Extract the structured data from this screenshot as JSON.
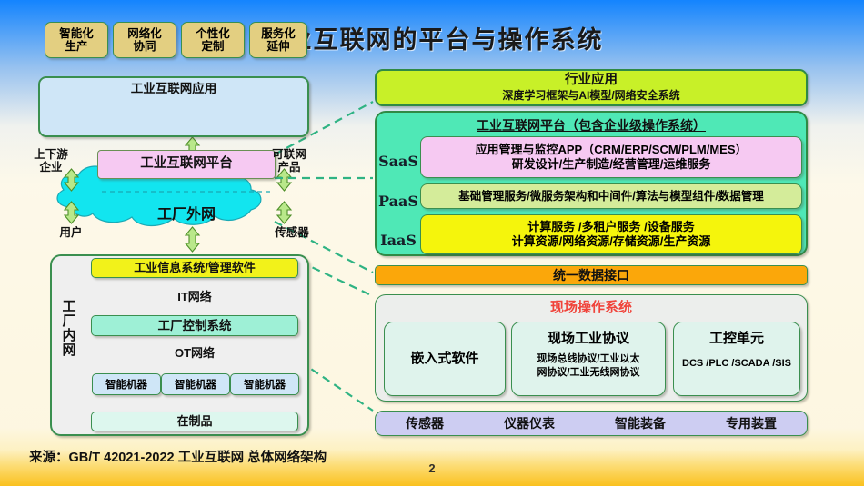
{
  "slide": {
    "title": "工业互联网的平台与操作系统",
    "page_number": "2",
    "source": "来源：GB/T 42021-2022 工业互联网  总体网络架构"
  },
  "left": {
    "application_panel": {
      "title": "工业互联网应用",
      "cells": [
        "智能化\n生产",
        "网络化\n协同",
        "个性化\n定制",
        "服务化\n延伸"
      ],
      "cells_flat": [
        {
          "l1": "智能化",
          "l2": "生产"
        },
        {
          "l1": "网络化",
          "l2": "协同"
        },
        {
          "l1": "个性化",
          "l2": "定制"
        },
        {
          "l1": "服务化",
          "l2": "延伸"
        }
      ]
    },
    "platform_label": "工业互联网平台",
    "external_network_label": "工厂外网",
    "side_labels": {
      "upstream": {
        "l1": "上下游",
        "l2": "企业"
      },
      "users": "用户",
      "connected_products": {
        "l1": "可联网",
        "l2": "产品"
      },
      "sensors": "传感器"
    },
    "inner_panel": {
      "label": "工厂内网",
      "info_system": "工业信息系统/管理软件",
      "it_network": "IT网络",
      "control_system": "工厂控制系统",
      "ot_network": "OT网络",
      "machines": [
        "智能机器",
        "智能机器",
        "智能机器"
      ],
      "wip": "在制品"
    }
  },
  "right": {
    "industry_app": {
      "title": "行业应用",
      "subtitle": "深度学习框架与AI模型/网络安全系统"
    },
    "platform": {
      "title": "工业互联网平台（包含企业级操作系统）",
      "tiers": [
        {
          "name": "SaaS",
          "lines": [
            "应用管理与监控APP（CRM/ERP/SCM/PLM/MES）",
            "研发设计/生产制造/经营管理/运维服务"
          ],
          "color": "#f6c9f2"
        },
        {
          "name": "PaaS",
          "lines": [
            "基础管理服务/微服务架构和中间件/算法与模型组件/数据管理"
          ],
          "color": "#d4ec9a"
        },
        {
          "name": "IaaS",
          "lines": [
            "计算服务 /多租户服务 /设备服务",
            "计算资源/网络资源/存储资源/生产资源"
          ],
          "color": "#f5f50c"
        }
      ]
    },
    "unified_data_interface": "统一数据接口",
    "field_os": {
      "title": "现场操作系统",
      "cells": [
        {
          "title": "嵌入式软件",
          "subtitle": ""
        },
        {
          "title": "现场工业协议",
          "subtitle": "现场总线协议/工业以太\n网协议/工业无线网协议"
        },
        {
          "title": "工控单元",
          "subtitle": "DCS /PLC /SCADA /SIS"
        }
      ]
    },
    "devices": [
      "传感器",
      "仪器仪表",
      "智能装备",
      "专用装置"
    ]
  },
  "colors": {
    "app_panel_bg": "#cfe6f7",
    "app_cell_bg": "#e3cf81",
    "platform_pink": "#f6c9f2",
    "cloud_cyan": "#12e5ef",
    "inner_panel_bg": "#efefef",
    "info_yellow": "#f2f21a",
    "it_network_green": "#c3e83c",
    "control_mint": "#9ef0d6",
    "ot_network_mint": "#9ef0d6",
    "machine_blue": "#cfe6f7",
    "industry_app_green": "#c8f028",
    "iip_spring_green": "#4fe8b6",
    "paas_green": "#d4ec9a",
    "iaas_yellow": "#f5f50c",
    "udi_orange": "#fba70a",
    "field_os_bg": "#eceeec",
    "field_os_cell": "#dff3ec",
    "field_os_title_red": "#f0433a",
    "device_lavender": "#cdcdf2",
    "border_green": "#3a8f4f",
    "arrow_green": "#b9e88a",
    "connector_green": "#2fb383"
  }
}
